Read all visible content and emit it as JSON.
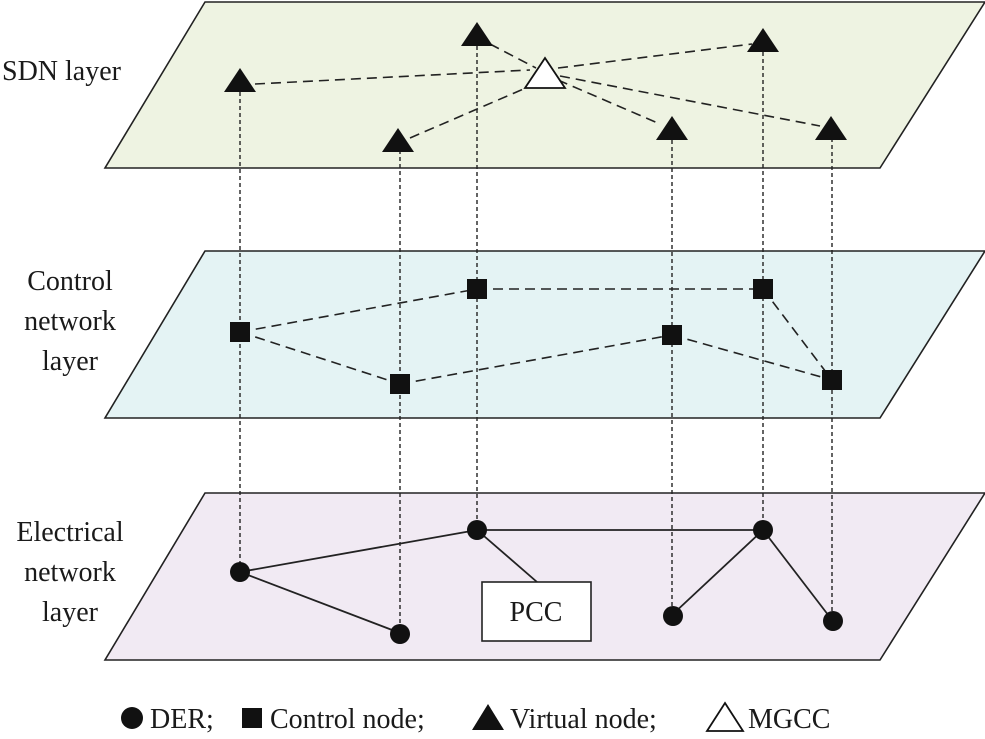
{
  "layers": {
    "sdn": {
      "label_lines": [
        "SDN layer"
      ],
      "fill": "#eef3e2"
    },
    "control": {
      "label_lines": [
        "Control",
        "network",
        "layer"
      ],
      "fill": "#e4f3f4"
    },
    "electrical": {
      "label_lines": [
        "Electrical",
        "network",
        "layer"
      ],
      "fill": "#f1eaf3"
    }
  },
  "pcc": {
    "label": "PCC"
  },
  "legend": {
    "der_label": "DER;",
    "control_node_label": "Control node;",
    "virtual_node_label": "Virtual node;",
    "mgcc_label": "MGCC"
  },
  "colors": {
    "line": "#222222",
    "node": "#111111",
    "background": "#ffffff"
  },
  "icons": {
    "der": "filled-circle",
    "control_node": "filled-square",
    "virtual_node": "filled-triangle",
    "mgcc": "hollow-triangle"
  }
}
